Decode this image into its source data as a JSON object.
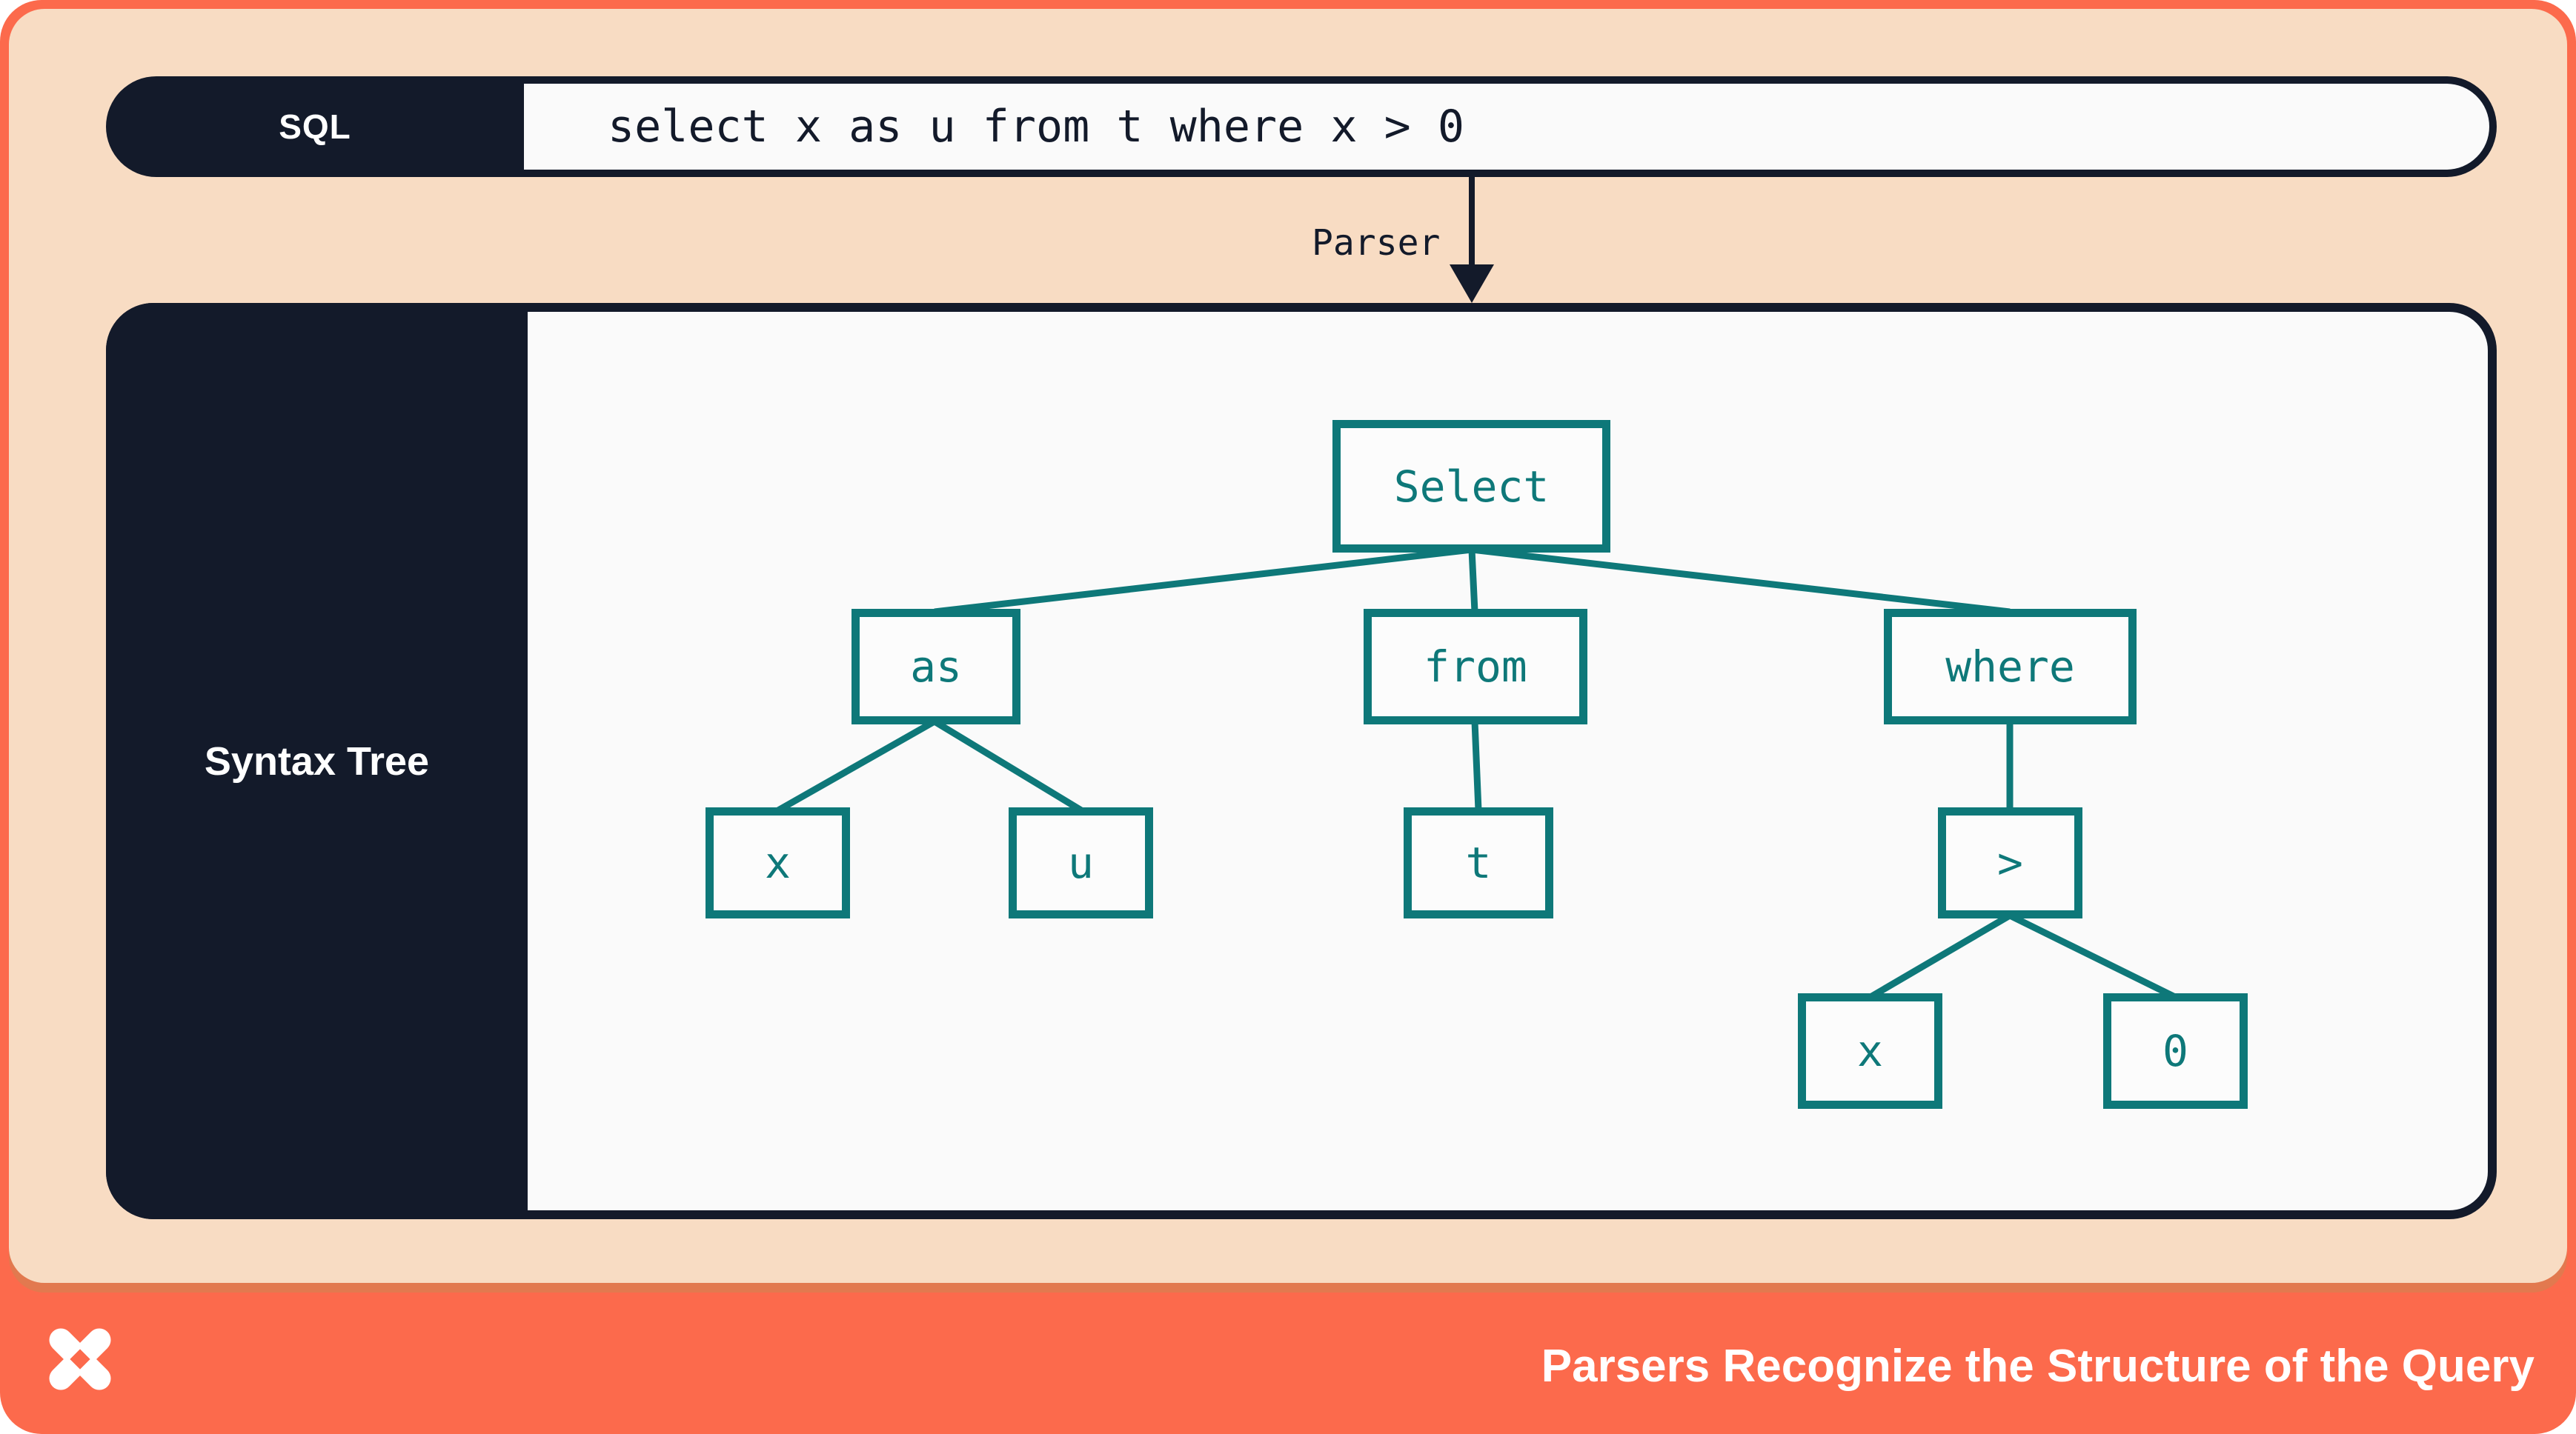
{
  "sql_bar": {
    "label": "SQL",
    "code": "select x as u from t where x > 0"
  },
  "parser_arrow": {
    "label": "Parser"
  },
  "tree_panel": {
    "label": "Syntax Tree"
  },
  "tree": {
    "nodes": {
      "select": "Select",
      "as": "as",
      "from": "from",
      "where": "where",
      "x1": "x",
      "u": "u",
      "t": "t",
      "gt": ">",
      "x2": "x",
      "zero": "0"
    },
    "edges": [
      [
        "Select",
        "as"
      ],
      [
        "Select",
        "from"
      ],
      [
        "Select",
        "where"
      ],
      [
        "as",
        "x"
      ],
      [
        "as",
        "u"
      ],
      [
        "from",
        "t"
      ],
      [
        "where",
        ">"
      ],
      [
        ">",
        "x"
      ],
      [
        ">",
        "0"
      ]
    ]
  },
  "footer": {
    "caption": "Parsers Recognize the Structure of the Query",
    "logo": "dolt-logo"
  },
  "colors": {
    "frame": "#fc6a4c",
    "panel": "#f8dcc3",
    "panel_shadow": "#e2794f",
    "ink": "#131a2a",
    "node_stroke": "#0e7879",
    "node_bg": "#fcfcfc",
    "content_bg": "#fafafa",
    "text_on_dark": "#ffffff"
  }
}
